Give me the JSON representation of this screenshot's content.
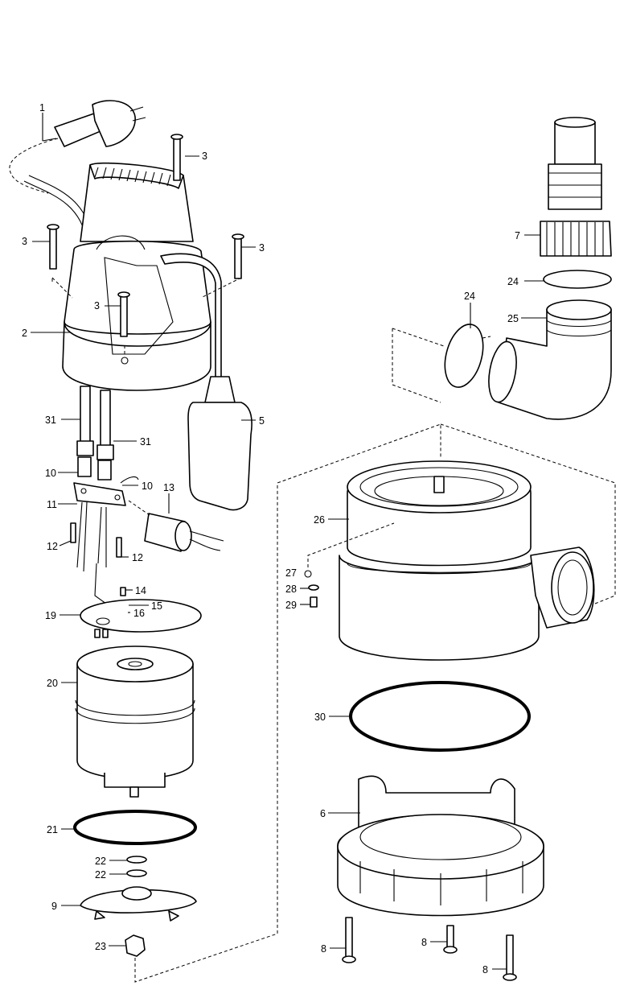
{
  "callouts": {
    "c1": "1",
    "c2": "2",
    "c3a": "3",
    "c3b": "3",
    "c3c": "3",
    "c3d": "3",
    "c5": "5",
    "c6": "6",
    "c7": "7",
    "c8a": "8",
    "c8b": "8",
    "c8c": "8",
    "c9": "9",
    "c10a": "10",
    "c10b": "10",
    "c11": "11",
    "c12a": "12",
    "c12b": "12",
    "c13": "13",
    "c14": "14",
    "c15": "15",
    "c16": "16",
    "c19": "19",
    "c20": "20",
    "c21": "21",
    "c22a": "22",
    "c22b": "22",
    "c23": "23",
    "c24a": "24",
    "c24b": "24",
    "c25": "25",
    "c26": "26",
    "c27": "27",
    "c28": "28",
    "c29": "29",
    "c30": "30",
    "c31a": "31",
    "c31b": "31"
  }
}
